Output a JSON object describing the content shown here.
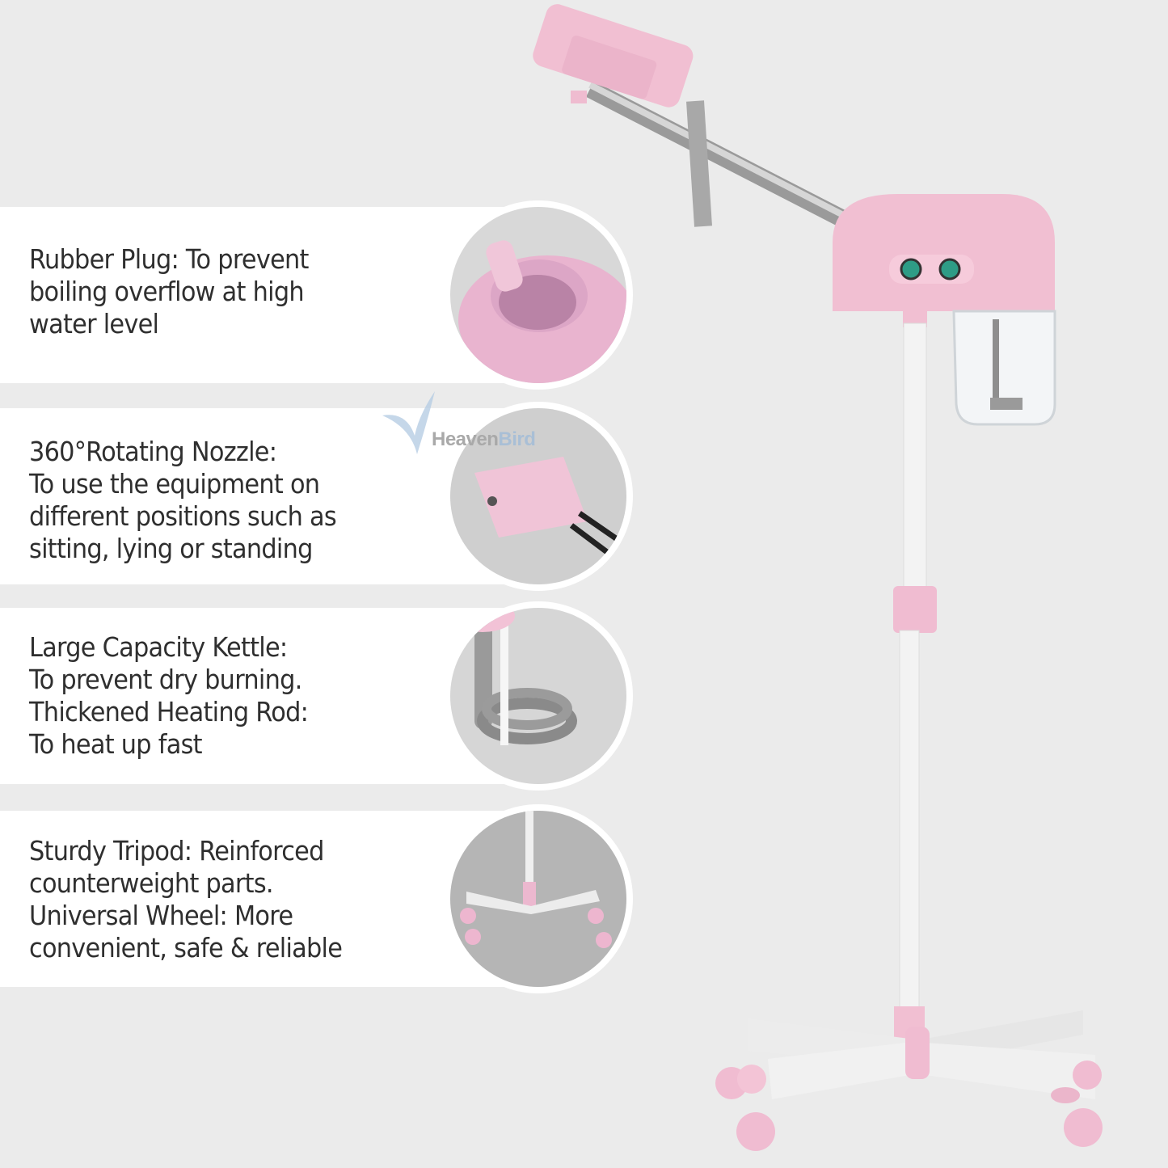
{
  "brand": {
    "watermark_part1": "Heaven",
    "watermark_part2": "Bird"
  },
  "features": [
    {
      "title": "Rubber Plug",
      "text": "Rubber Plug: To prevent\nboiling overflow at high\nwater level",
      "image": "rubber-plug-closeup"
    },
    {
      "title": "360°Rotating Nozzle",
      "text": "360°Rotating Nozzle:\nTo use the equipment on\ndifferent positions such as\nsitting, lying or standing",
      "image": "nozzle-closeup"
    },
    {
      "title": "Large Capacity Kettle",
      "text": "Large Capacity Kettle:\nTo prevent dry burning.\nThickened Heating Rod:\nTo heat up fast",
      "image": "heating-rod-closeup"
    },
    {
      "title": "Sturdy Tripod",
      "text": "Sturdy Tripod: Reinforced\ncounterweight parts.\nUniversal Wheel: More\nconvenient, safe & reliable",
      "image": "tripod-base-closeup"
    }
  ],
  "colors": {
    "background": "#ebebeb",
    "panel": "#ffffff",
    "text": "#2f2f2f",
    "product_pink": "#f2bfd2",
    "product_white": "#f4f4f4",
    "switch_green": "#2e9c86"
  }
}
